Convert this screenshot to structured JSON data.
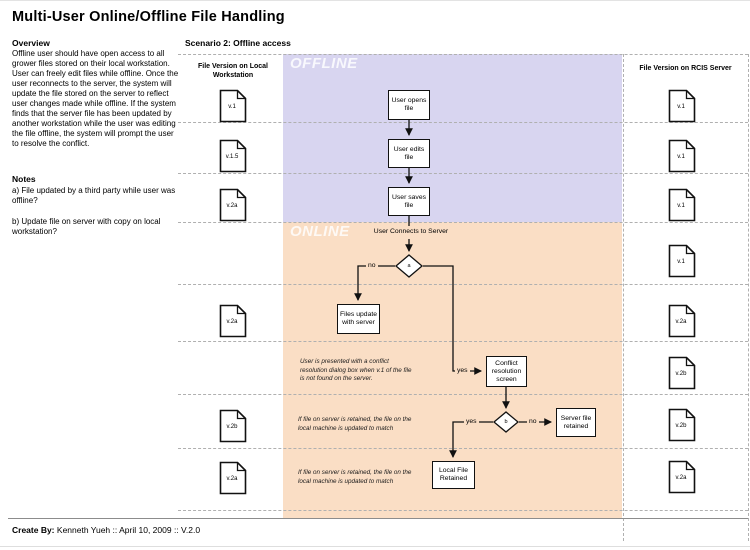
{
  "page": {
    "title": "Multi-User Online/Offline File Handling",
    "footer_label": "Create By:",
    "footer_text": "Kenneth Yueh  ::  April 10, 2009  ::  V.2.0"
  },
  "overview": {
    "heading": "Overview",
    "body": "Offline user should have open access to all grower files stored on their local workstation. User can freely edit files while offline. Once the user reconnects to the server, the system will update the file stored on the server to reflect user changes made while offline. If the system finds that the server file has been updated by another workstation while the user was editing the file offline, the system will prompt the user to resolve the conflict."
  },
  "notes": {
    "heading": "Notes",
    "note_a": "a) File updated by a third party while user was offline?",
    "note_b": "b) Update file on server with copy on local workstation?"
  },
  "scenario": {
    "heading": "Scenario 2: Offline access"
  },
  "zones": {
    "offline_label": "OFFLINE",
    "online_label": "ONLINE",
    "offline_color": "#d8d5f0",
    "online_color": "#fadec5"
  },
  "local_column": {
    "header": "File Version on Local Workstation",
    "files": [
      "v.1",
      "v.1.5",
      "v.2a",
      "v.2a",
      "v.2b",
      "v.2a"
    ]
  },
  "server_column": {
    "header": "File Version on RCIS Server",
    "files": [
      "v.1",
      "v.1",
      "v.1",
      "v.1",
      "v.2a",
      "v.2b",
      "v.2b",
      "v.2a"
    ]
  },
  "flowchart": {
    "nodes": {
      "open": "User opens file",
      "edit": "User edits file",
      "save": "User saves file",
      "update": "Files update with server",
      "conflict": "Conflict resolution screen",
      "server_retained": "Server file retained",
      "local_retained": "Local File Retained"
    },
    "connect_label": "User Connects to Server",
    "decision_a": "a",
    "decision_b": "b",
    "labels": {
      "a_no": "no",
      "a_yes": "yes",
      "b_yes": "yes",
      "b_no": "no"
    },
    "annotations": {
      "conflict_note": "User is presented with a conflict resolution dialog box when v.1 of the file is not found on the server.",
      "server_note": "If file on server is retained, the file on the local machine is updated to match",
      "local_note": "If file on server is retained, the file on the local machine is updated to match"
    }
  }
}
